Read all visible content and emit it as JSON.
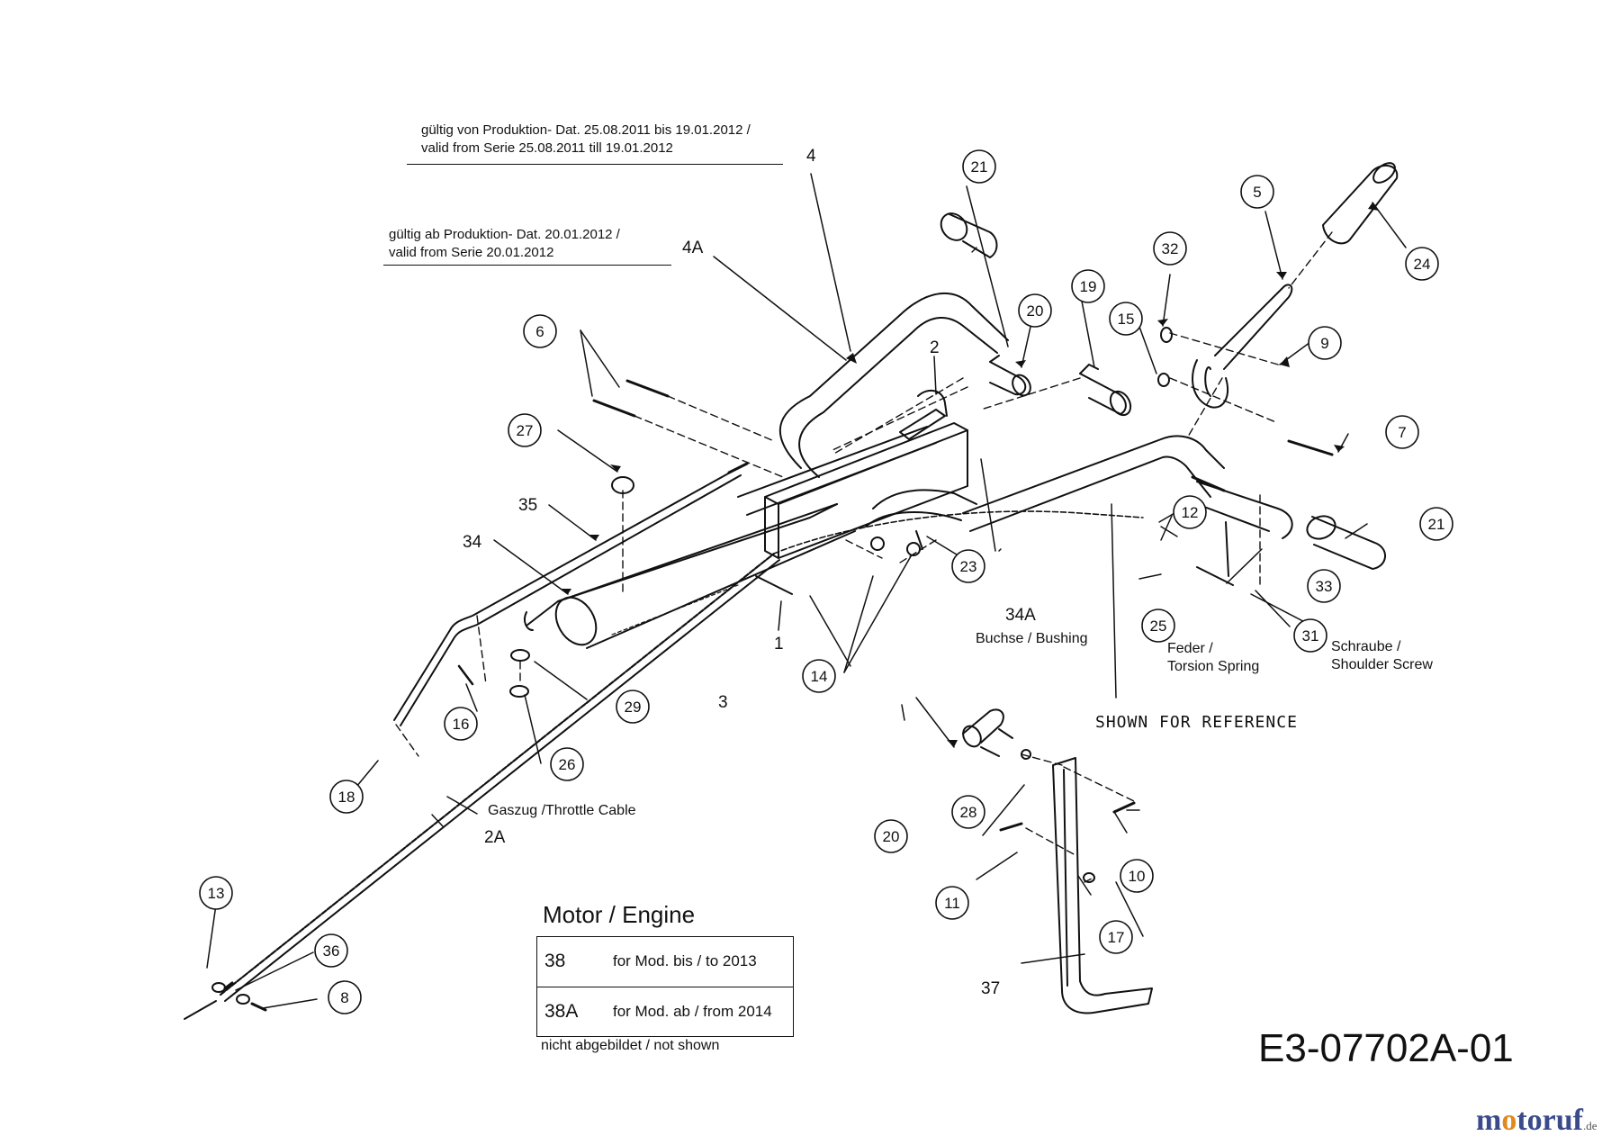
{
  "notes": {
    "serie_old_line1": "gültig von Produktion- Dat. 25.08.2011  bis  19.01.2012 /",
    "serie_old_line2": "valid from Serie 25.08.2011  till 19.01.2012",
    "serie_new_line1": "gültig ab Produktion- Dat. 20.01.2012 /",
    "serie_new_line2": "valid from Serie 20.01.2012"
  },
  "callouts": {
    "c21a": "21",
    "c20a": "20",
    "c19": "19",
    "c15": "15",
    "c32": "32",
    "c5": "5",
    "c24": "24",
    "c9": "9",
    "c7": "7",
    "c6": "6",
    "c27": "27",
    "c21b": "21",
    "c12": "12",
    "c23": "23",
    "c33": "33",
    "c25": "25",
    "c31": "31",
    "c14": "14",
    "c16": "16",
    "c29": "29",
    "c26": "26",
    "c18": "18",
    "c20b": "20",
    "c28": "28",
    "c10": "10",
    "c11": "11",
    "c17": "17",
    "c13": "13",
    "c36": "36",
    "c8": "8"
  },
  "plain_labels": {
    "l4": "4",
    "l4A": "4A",
    "l2": "2",
    "l35": "35",
    "l34": "34",
    "l34A": "34A",
    "l1": "1",
    "l3": "3",
    "l2A": "2A",
    "l37": "37"
  },
  "texts": {
    "bushing": "Buchse / Bushing",
    "spring_1": "Feder /",
    "spring_2": "Torsion Spring",
    "screw_1": "Schraube /",
    "screw_2": "Shoulder Screw",
    "reference": "SHOWN FOR REFERENCE",
    "throttle": "Gaszug /Throttle Cable"
  },
  "engine_table": {
    "title": "Motor / Engine",
    "rows": [
      {
        "code": "38",
        "desc": "for Mod. bis / to 2013"
      },
      {
        "code": "38A",
        "desc": "for Mod. ab / from 2014"
      }
    ],
    "footnote": "nicht abgebildet / not shown"
  },
  "drawing_id": "E3-07702A-01",
  "brand": {
    "pre": "m",
    "o1": "o",
    "mid": "toruf",
    "tld": ".de"
  }
}
